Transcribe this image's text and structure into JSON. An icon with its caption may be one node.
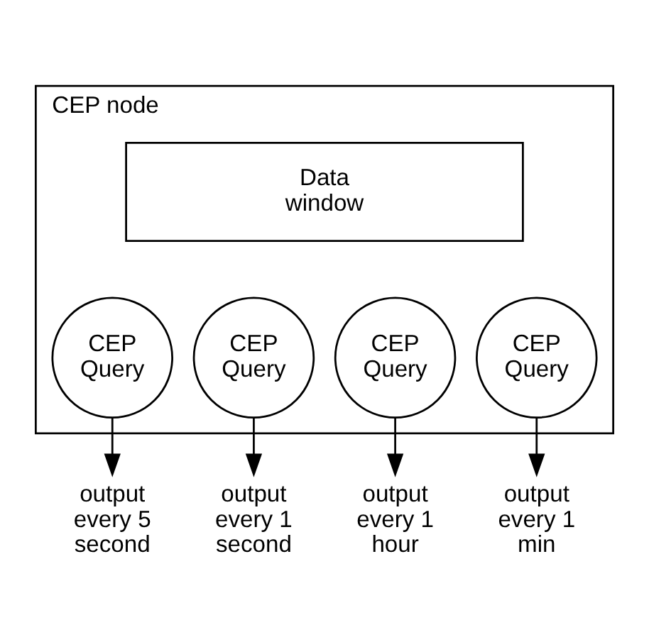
{
  "diagram": {
    "nodes": [
      {
        "text": [
          "CEP node"
        ]
      },
      {
        "text": [
          "Data window"
        ],
        "in": 0
      },
      {
        "text": [
          "CEP Query"
        ],
        "in": 0
      },
      {
        "text": [
          "CEP Query"
        ],
        "in": 0
      },
      {
        "text": [
          "CEP Query"
        ],
        "in": 0
      },
      {
        "text": [
          "CEP Query"
        ],
        "in": 0
      },
      {
        "text": [
          "output every 5 second"
        ]
      },
      {
        "text": [
          "output every 1 second"
        ]
      },
      {
        "text": [
          "output every 1 hour"
        ]
      },
      {
        "text": [
          "output every 1 min"
        ]
      }
    ],
    "edges": [
      {
        "from": 2,
        "to": 6,
        "arrow": "to"
      },
      {
        "from": 3,
        "to": 7,
        "arrow": "to"
      },
      {
        "from": 4,
        "to": 8,
        "arrow": "to"
      },
      {
        "from": 5,
        "to": 9,
        "arrow": "to"
      }
    ]
  }
}
